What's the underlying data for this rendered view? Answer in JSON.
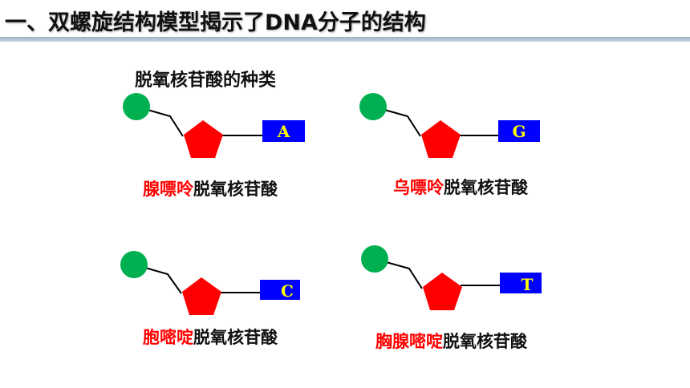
{
  "title": "一、双螺旋结构模型揭示了DNA分子的结构",
  "subtitle": "脱氧核苷酸的种类",
  "colors": {
    "phosphate": "#00b050",
    "sugar": "#ff0000",
    "base": "#0000ff",
    "base_letter": "#ffff00",
    "base_name": "#ff0000"
  },
  "nucleotides": [
    {
      "base_letter": "A",
      "base_name": "腺嘌呤",
      "suffix": "脱氧核苷酸"
    },
    {
      "base_letter": "G",
      "base_name": "乌嘌呤",
      "suffix": "脱氧核苷酸"
    },
    {
      "base_letter": "C",
      "base_name": "胞嘧啶",
      "suffix": "脱氧核苷酸"
    },
    {
      "base_letter": "T",
      "base_name": "胸腺嘧啶",
      "suffix": "脱氧核苷酸"
    }
  ]
}
